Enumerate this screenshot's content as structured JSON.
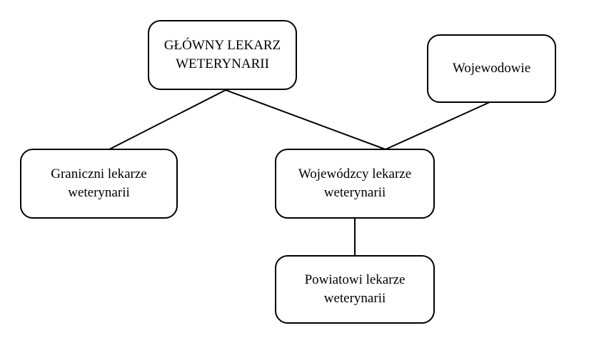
{
  "nodes": {
    "chief": {
      "line1": "GŁÓWNY LEKARZ",
      "line2": "WETERYNARII"
    },
    "voivodes": {
      "line1": "Wojewodowie"
    },
    "border": {
      "line1": "Graniczni lekarze",
      "line2": "weterynarii"
    },
    "provincial": {
      "line1": "Wojewódzcy lekarze",
      "line2": "weterynarii"
    },
    "district": {
      "line1": "Powiatowi lekarze",
      "line2": "weterynarii"
    }
  }
}
